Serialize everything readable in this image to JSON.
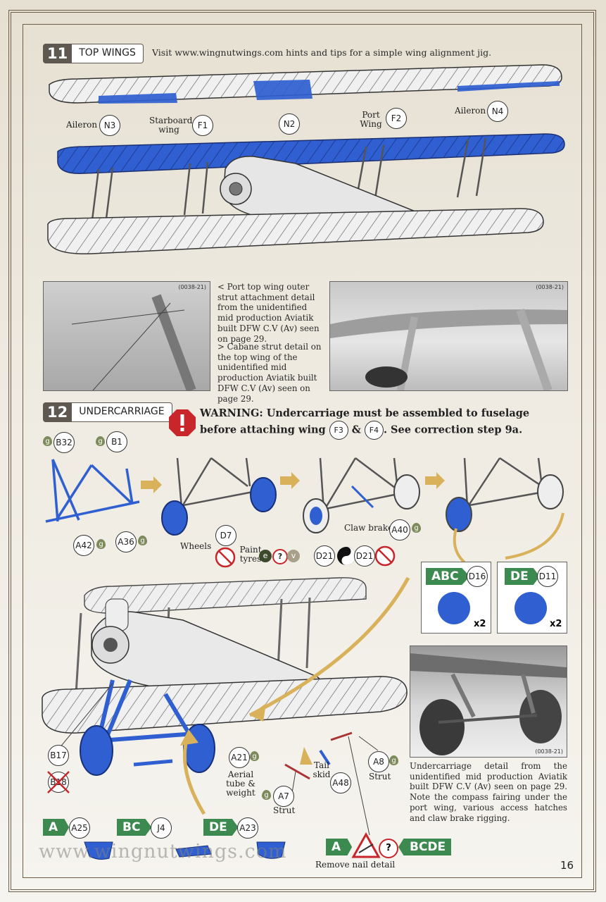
{
  "step11": {
    "number": "11",
    "title": "TOP WINGS",
    "hint": "Visit www.wingnutwings.com hints and tips for a simple wing alignment jig.",
    "labels": {
      "aileron_left": "Aileron",
      "starboard_wing": "Starboard wing",
      "port_wing": "Port Wing",
      "aileron_right": "Aileron"
    },
    "parts": {
      "n3": "N3",
      "f1": "F1",
      "n2": "N2",
      "f2": "F2",
      "n4": "N4"
    }
  },
  "photos_top": {
    "id_left": "(0038-21)",
    "id_right": "(0038-21)",
    "caption1": "< Port top wing outer strut attachment detail from the unidentified mid production Aviatik built DFW C.V (Av) seen on page  29.",
    "caption2": "> Cabane strut detail on the top wing of the unidentified mid production Aviatik built DFW C.V (Av) seen on page 29."
  },
  "step12": {
    "number": "12",
    "title": "UNDERCARRIAGE",
    "warning_part1": "WARNING: Undercarriage must be assembled to fuselage before attaching wing",
    "warning_amp": "&",
    "warning_part2": ". See correction step 9a.",
    "warn_parts": {
      "f3": "F3",
      "f4": "F4"
    },
    "parts": {
      "b32": "B32",
      "b1": "B1",
      "a42": "A42",
      "a36": "A36",
      "d7": "D7",
      "a40": "A40",
      "d21a": "D21",
      "d21b": "D21",
      "b17": "B17",
      "b18": "B18",
      "a21": "A21",
      "a7": "A7",
      "a48": "A48",
      "a8": "A8",
      "d16": "D16",
      "d11": "D11",
      "a25": "A25",
      "j4": "J4",
      "a23": "A23"
    },
    "paint": {
      "g": "g",
      "e": "e",
      "q": "?",
      "v": "v"
    },
    "labels": {
      "wheels": "Wheels",
      "paint_tyres": "Paint tyres",
      "claw_brake": "Claw brake",
      "aerial": "Aerial tube & weight",
      "tail_skid": "Tail skid",
      "strut1": "Strut",
      "strut2": "Strut",
      "remove_nail": "Remove nail detail"
    },
    "options": {
      "abc": "ABC",
      "de": "DE",
      "x2a": "x2",
      "x2b": "x2",
      "a": "A",
      "bc": "BC",
      "de2": "DE",
      "a2": "A",
      "bcde": "BCDE"
    }
  },
  "photo_bottom": {
    "id": "(0038-21)",
    "caption": "Undercarriage detail from the unidentified mid production Aviatik built DFW C.V (Av) seen on page 29. Note the compass fairing under the port wing, various access hatches and claw brake rigging."
  },
  "watermark": "www.wingnutwings.com",
  "page_number": "16",
  "colors": {
    "blue": "#2f5fd0",
    "frame": "#6d5c48",
    "green": "#3c8a4f",
    "red": "#c8262a",
    "paint_drop": "#7d8a5c"
  }
}
